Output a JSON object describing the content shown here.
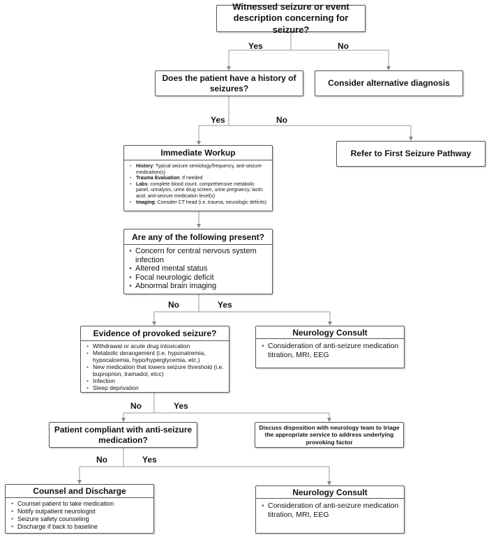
{
  "start": "Witnessed seizure or event description concerning for seizure?",
  "q_history": "Does the patient have a history of seizures?",
  "alt_dx": "Consider alternative diagnosis",
  "first_seizure": "Refer to First Seizure Pathway",
  "workup": {
    "title": "Immediate Workup",
    "items": [
      {
        "label": "History",
        "text": ": Typical seizure semiology/frequency, anti-seizure medication(s)"
      },
      {
        "label": "Trauma Evaluation",
        "text": ": If needed"
      },
      {
        "label": "Labs",
        "text": ": complete blood count, comprehensive metabolic panel, urinalysis, urine drug screen, urine pregnancy, lactic acid, anti-seizure medication level(s)"
      },
      {
        "label": "Imaging",
        "text": ": Consider CT head (i.e. trauma, neurologic deficits)"
      }
    ]
  },
  "q_present": {
    "title": "Are any of the following present?",
    "items": [
      "Concern for central nervous system infection",
      "Altered mental status",
      "Focal neurologic deficit",
      "Abnormal brain imaging"
    ]
  },
  "q_provoked": {
    "title": "Evidence of provoked seizure?",
    "items": [
      "Withdrawal or acute drug intoxication",
      "Metabolic derangement (i.e. hyponatremia, hypocalcemia, hypo/hyperglycemia, etc.)",
      "New medication that lowers seizure threshold (i.e. buproprion, tramadol, etcc)",
      "Infection",
      "Sleep deprivation"
    ]
  },
  "neuro1": {
    "title": "Neurology Consult",
    "items": [
      "Consideration of anti-seizure medication titration, MRI, EEG"
    ]
  },
  "q_compliant": "Patient compliant with anti-seizure medication?",
  "discuss": "Discuss disposition with neurology team to triage the appropriate service to address underlying provoking factor",
  "counsel": {
    "title": "Counsel and Discharge",
    "items": [
      "Counsel patient to take medication",
      "Notify outpatient neurologist",
      "Seizure safety counseling",
      "Discharge if back to baseline"
    ]
  },
  "neuro2": {
    "title": "Neurology Consult",
    "items": [
      "Consideration of anti-seizure medication titration, MRI, EEG"
    ]
  },
  "labels": {
    "l1_yes": "Yes",
    "l1_no": "No",
    "l2_yes": "Yes",
    "l2_no": "No",
    "l3_no": "No",
    "l3_yes": "Yes",
    "l4_no": "No",
    "l4_yes": "Yes",
    "l5_no": "No",
    "l5_yes": "Yes"
  }
}
